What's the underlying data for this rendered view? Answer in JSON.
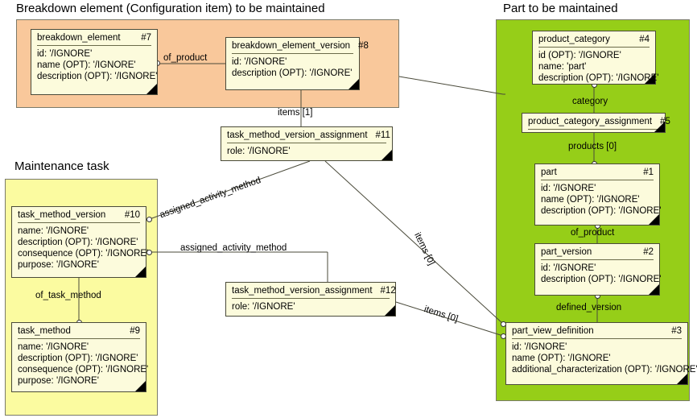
{
  "diagram": {
    "title": "EXPRESS-G style instance diagram",
    "colors": {
      "region_breakdown": "#f9c89b",
      "region_part": "#96ce18",
      "region_task": "#fbfba0",
      "entity_fill": "#fcfbdc",
      "entity_border": "#4a4a3a",
      "line": "#4a4a3a"
    }
  },
  "regions": [
    {
      "key": "breakdown",
      "title": "Breakdown element (Configuration item) to be maintained"
    },
    {
      "key": "part",
      "title": "Part to be maintained"
    },
    {
      "key": "task",
      "title": "Maintenance task"
    }
  ],
  "entities": {
    "e7": {
      "name": "breakdown_element",
      "id": "#7",
      "attrs": [
        "id: '/IGNORE'",
        "name (OPT): '/IGNORE'",
        "description (OPT): '/IGNORE'"
      ]
    },
    "e8": {
      "name": "breakdown_element_version",
      "id": "#8",
      "attrs": [
        "id: '/IGNORE'",
        "description (OPT): '/IGNORE'"
      ]
    },
    "e11": {
      "name": "task_method_version_assignment",
      "id": "#11",
      "attrs": [
        "role: '/IGNORE'"
      ]
    },
    "e12": {
      "name": "task_method_version_assignment",
      "id": "#12",
      "attrs": [
        "role: '/IGNORE'"
      ]
    },
    "e10": {
      "name": "task_method_version",
      "id": "#10",
      "attrs": [
        "name: '/IGNORE'",
        "description (OPT): '/IGNORE'",
        "consequence (OPT): '/IGNORE'",
        "purpose: '/IGNORE'"
      ]
    },
    "e9": {
      "name": "task_method",
      "id": "#9",
      "attrs": [
        "name: '/IGNORE'",
        "description (OPT): '/IGNORE'",
        "consequence (OPT): '/IGNORE'",
        "purpose: '/IGNORE'"
      ]
    },
    "e4": {
      "name": "product_category",
      "id": "#4",
      "attrs": [
        "id (OPT): '/IGNORE'",
        "name: 'part'",
        "description (OPT): '/IGNORE'"
      ]
    },
    "e5": {
      "name": "product_category_assignment",
      "id": "#5",
      "attrs": []
    },
    "e1": {
      "name": "part",
      "id": "#1",
      "attrs": [
        "id: '/IGNORE'",
        "name (OPT): '/IGNORE'",
        "description (OPT): '/IGNORE'"
      ]
    },
    "e2": {
      "name": "part_version",
      "id": "#2",
      "attrs": [
        "id: '/IGNORE'",
        "description (OPT): '/IGNORE'"
      ]
    },
    "e3": {
      "name": "part_view_definition",
      "id": "#3",
      "attrs": [
        "id: '/IGNORE'",
        "name (OPT): '/IGNORE'",
        "additional_characterization (OPT): '/IGNORE'"
      ]
    }
  },
  "edge_labels": {
    "of_product_7_8": "of_product",
    "items_1": "items [1]",
    "assigned_activity_method_11": "assigned_activity_method",
    "assigned_activity_method_12": "assigned_activity_method",
    "of_task_method": "of_task_method",
    "items_0_a": "items [0]",
    "items_0_b": "items [0]",
    "category": "category",
    "products_0": "products [0]",
    "of_product_1_2": "of_product",
    "defined_version": "defined_version"
  }
}
